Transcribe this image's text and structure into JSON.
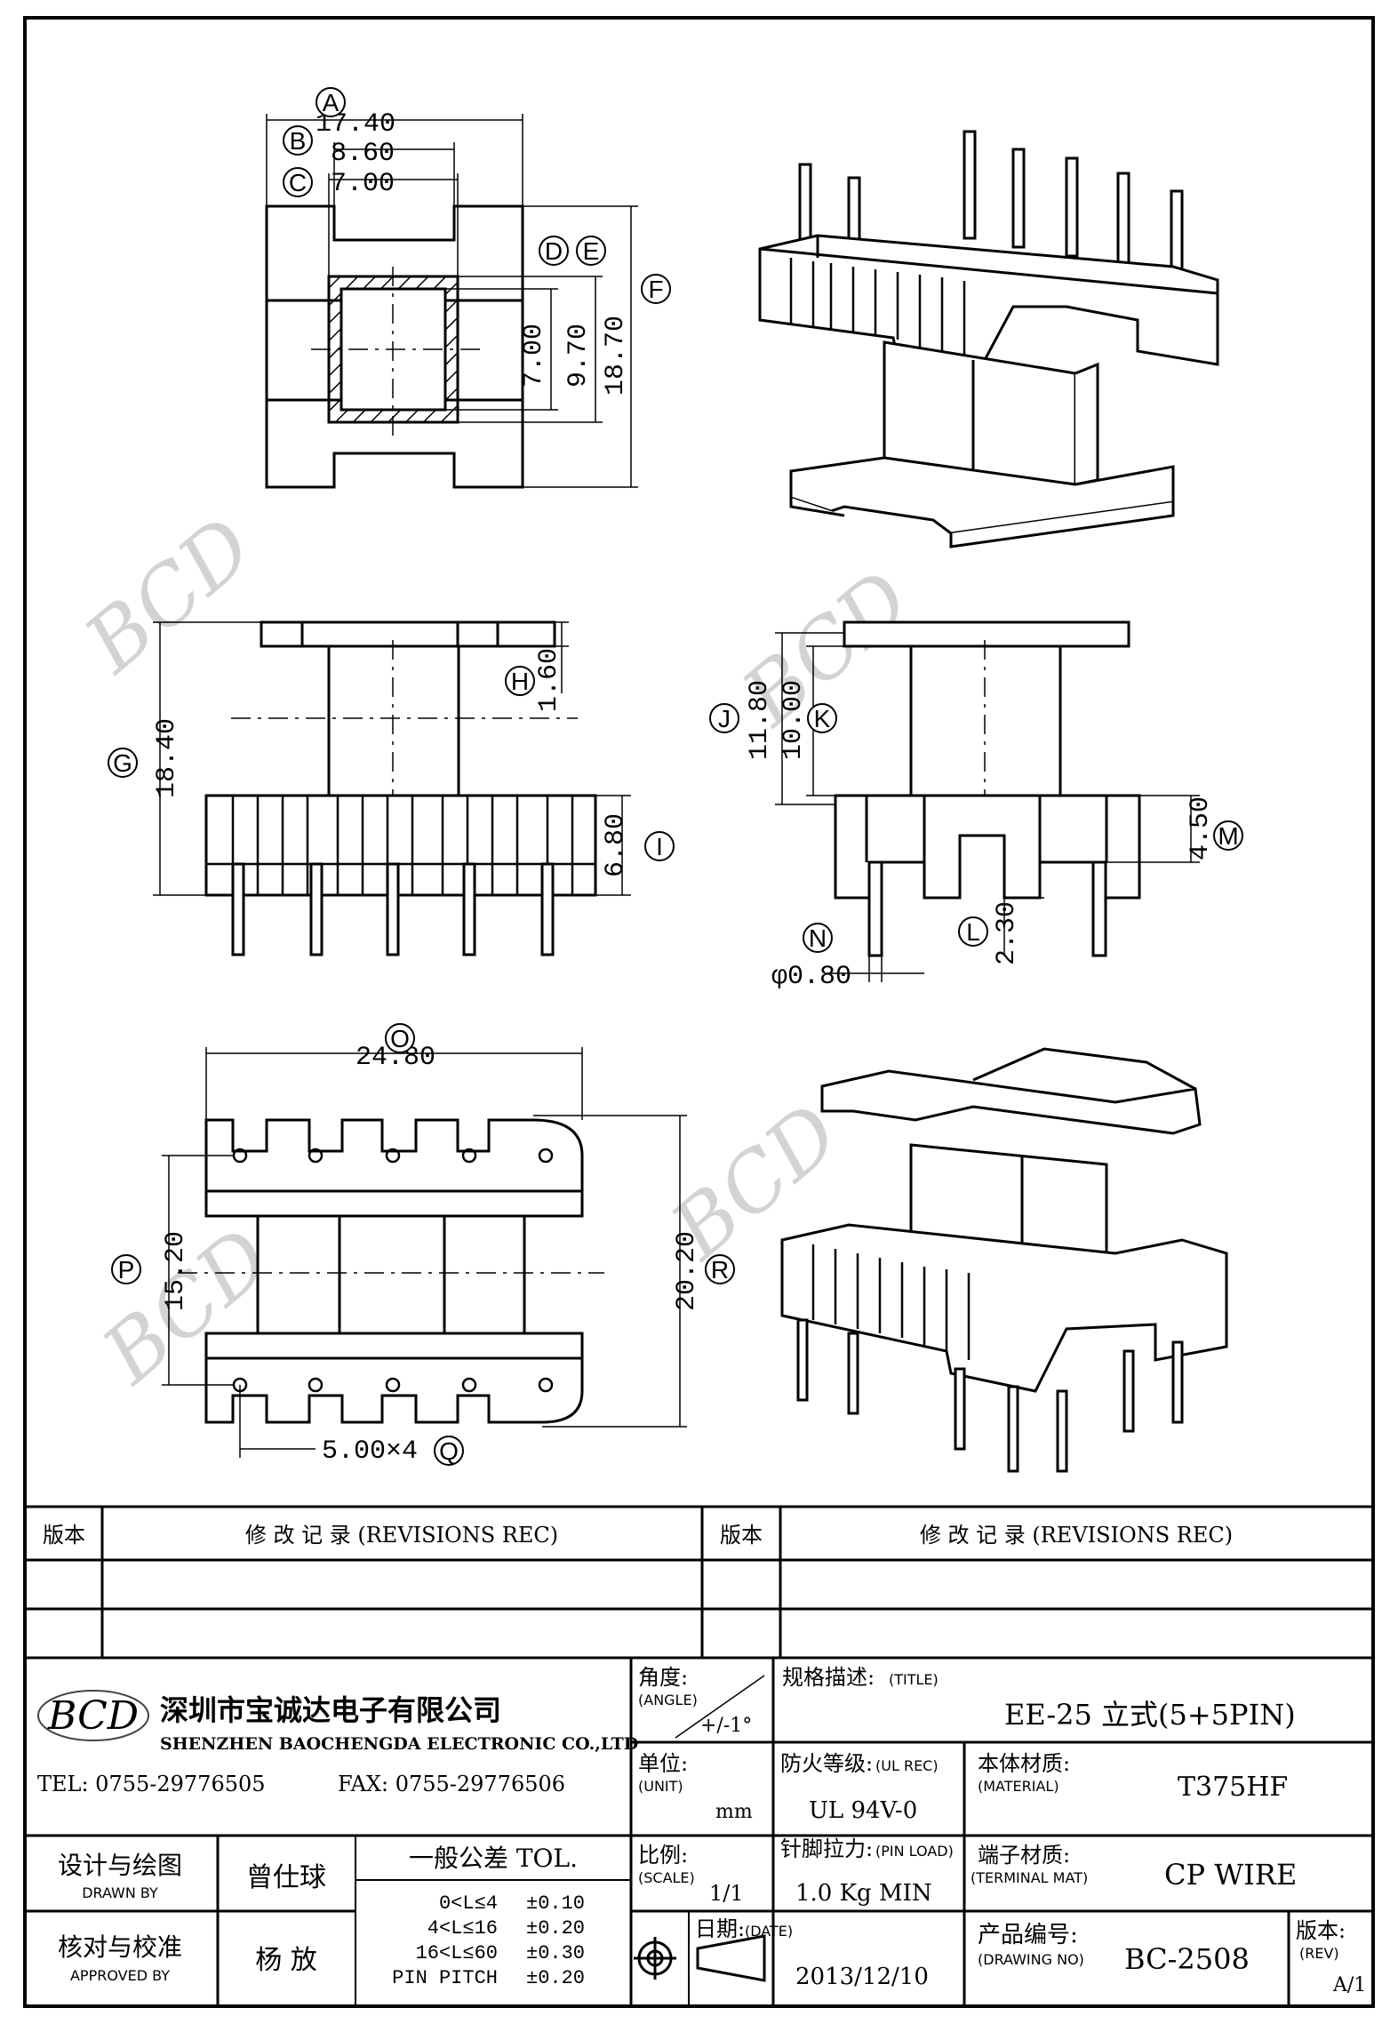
{
  "dimensions": {
    "A": "17.40",
    "B": "8.60",
    "C": "7.00",
    "D": "7.00",
    "E": "9.70",
    "F": "18.70",
    "G": "18.40",
    "H": "1.60",
    "I": "6.80",
    "J": "11.80",
    "K": "10.00",
    "M": "4.50",
    "L": "2.30",
    "N": "φ0.80",
    "O": "24.80",
    "P": "15.20",
    "R": "20.20",
    "Q": "5.00×4"
  },
  "labels": [
    "A",
    "B",
    "C",
    "D",
    "E",
    "F",
    "G",
    "H",
    "I",
    "J",
    "K",
    "L",
    "M",
    "N",
    "O",
    "P",
    "Q",
    "R"
  ],
  "watermark": "BCD",
  "revisions": {
    "col_version": "版本",
    "col_record": "修  改  记  录  (REVISIONS REC)"
  },
  "company": {
    "logo": "BCD",
    "name_cn": "深圳市宝诚达电子有限公司",
    "name_en": "SHENZHEN BAOCHENGDA ELECTRONIC CO.,LTD",
    "tel": "TEL: 0755-29776505",
    "fax": "FAX: 0755-29776506"
  },
  "titleblock": {
    "angle_label": "角度:",
    "angle_label_en": "(ANGLE)",
    "angle_value": "+/-1°",
    "title_label": "规格描述:",
    "title_label_en": "(TITLE)",
    "title_value": "EE-25 立式(5+5PIN)",
    "unit_label": "单位:",
    "unit_label_en": "(UNIT)",
    "unit_value": "mm",
    "ul_label": "防火等级:",
    "ul_label_en": "(UL REC)",
    "ul_value": "UL 94V-0",
    "material_label": "本体材质:",
    "material_label_en": "(MATERIAL)",
    "material_value": "T375HF",
    "scale_label": "比例:",
    "scale_label_en": "(SCALE)",
    "scale_value": "1/1",
    "pinload_label": "针脚拉力:",
    "pinload_label_en": "(PIN LOAD)",
    "pinload_value": "1.0 Kg MIN",
    "terminal_label": "端子材质:",
    "terminal_label_en": "(TERMINAL MAT)",
    "terminal_value": "CP WIRE",
    "date_label": "日期:",
    "date_label_en": "(DATE)",
    "date_value": "2013/12/10",
    "drawing_label": "产品编号:",
    "drawing_label_en": "(DRAWING NO)",
    "drawing_value": "BC-2508",
    "rev_label": "版本:",
    "rev_label_en": "(REV)",
    "rev_value": "A/1",
    "drawn_label": "设计与绘图",
    "drawn_label_en": "DRAWN BY",
    "drawn_name": "曾仕球",
    "approved_label": "核对与校准",
    "approved_label_en": "APPROVED BY",
    "approved_name": "杨  放",
    "tol_title": "一般公差 TOL.",
    "tol_rows": [
      {
        "range": "0<L≤4",
        "value": "±0.10"
      },
      {
        "range": "4<L≤16",
        "value": "±0.20"
      },
      {
        "range": "16<L≤60",
        "value": "±0.30"
      },
      {
        "range": "PIN PITCH",
        "value": "±0.20"
      }
    ]
  }
}
